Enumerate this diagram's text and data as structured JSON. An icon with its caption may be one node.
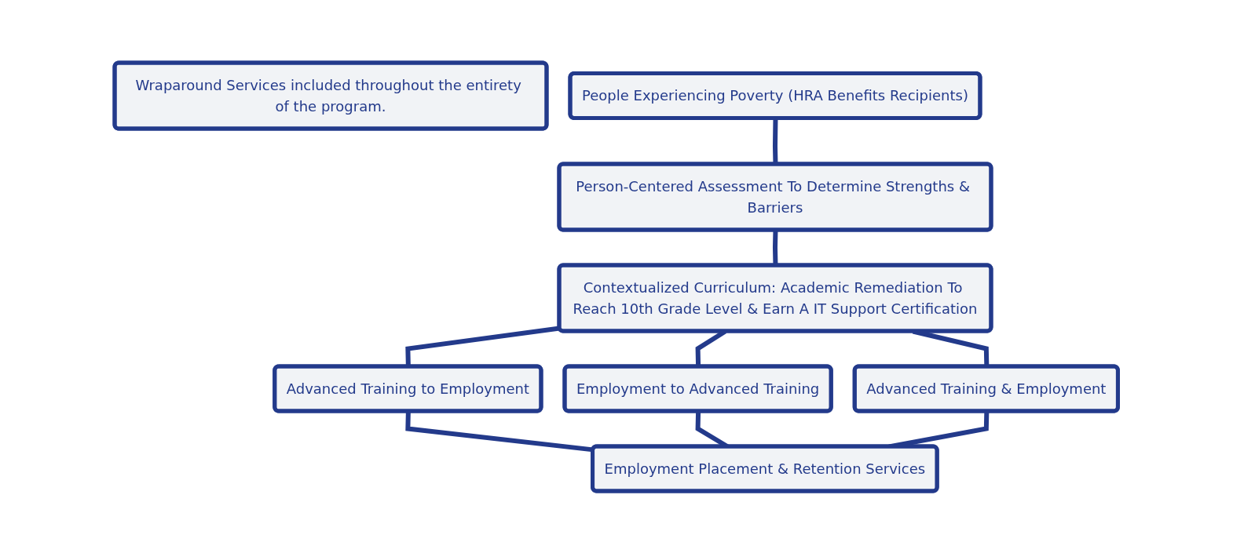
{
  "diagram": {
    "nodes": [
      {
        "text": [
          "Wraparound Services included throughout the entirety of the program."
        ]
      },
      {
        "text": [
          "People Experiencing Poverty (HRA Benefits Recipients)"
        ]
      },
      {
        "text": [
          "Person-Centered Assessment To Determine Strengths & Barriers"
        ]
      },
      {
        "text": [
          "Contextualized Curriculum: Academic Remediation To Reach 10th Grade Level & Earn A IT Support Certification"
        ]
      },
      {
        "text": [
          "Advanced Training to Employment"
        ]
      },
      {
        "text": [
          "Employment to Advanced Training"
        ]
      },
      {
        "text": [
          "Advanced Training & Employment"
        ]
      },
      {
        "text": [
          "Employment Placement & Retention Services"
        ]
      }
    ],
    "edges": [
      {
        "from": 1,
        "to": 2,
        "arrow": "none"
      },
      {
        "from": 2,
        "to": 3,
        "arrow": "none"
      },
      {
        "from": 3,
        "to": 4,
        "arrow": "none"
      },
      {
        "from": 3,
        "to": 5,
        "arrow": "none"
      },
      {
        "from": 3,
        "to": 6,
        "arrow": "none"
      },
      {
        "from": 4,
        "to": 7,
        "arrow": "none"
      },
      {
        "from": 5,
        "to": 7,
        "arrow": "none"
      },
      {
        "from": 6,
        "to": 7,
        "arrow": "none"
      }
    ]
  }
}
